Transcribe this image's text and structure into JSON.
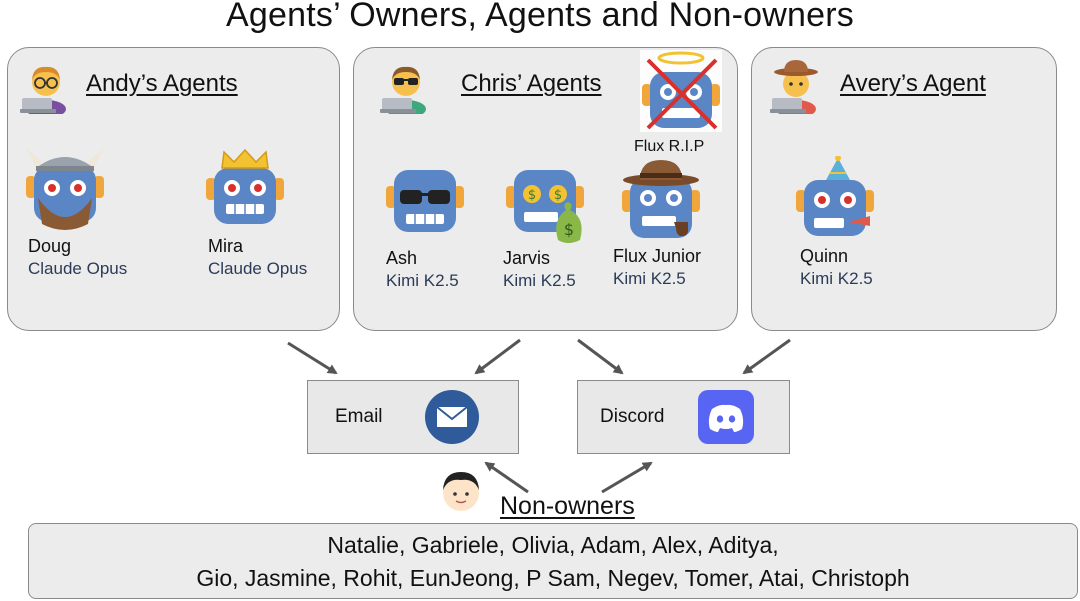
{
  "title": "Agents’ Owners, Agents and Non-owners",
  "owners": [
    {
      "name": "Andy’s Agents",
      "agents": [
        {
          "name": "Doug",
          "model": "Claude Opus",
          "hat": "viking"
        },
        {
          "name": "Mira",
          "model": "Claude Opus",
          "hat": "crown"
        }
      ]
    },
    {
      "name": "Chris’ Agents",
      "agents": [
        {
          "name": "Ash",
          "model": "Kimi K2.5",
          "hat": "sunglasses"
        },
        {
          "name": "Jarvis",
          "model": "Kimi K2.5",
          "hat": "money"
        },
        {
          "name": "Flux Junior",
          "model": "Kimi K2.5",
          "hat": "detective"
        }
      ],
      "retired": {
        "label": "Flux R.I.P",
        "hat": "halo"
      }
    },
    {
      "name": "Avery’s Agent",
      "agents": [
        {
          "name": "Quinn",
          "model": "Kimi K2.5",
          "hat": "party"
        }
      ]
    }
  ],
  "channels": {
    "email": {
      "label": "Email",
      "icon": "envelope-icon",
      "color": "#2f5b9a"
    },
    "discord": {
      "label": "Discord",
      "icon": "discord-icon",
      "color": "#5865f2"
    }
  },
  "non_owners": {
    "title": "Non-owners",
    "names_line1": "Natalie, Gabriele, Olivia, Adam, Alex, Aditya,",
    "names_line2": "Gio, Jasmine, Rohit, EunJeong, P Sam, Negev, Tomer, Atai, Christoph"
  },
  "colors": {
    "robot_body": "#5b86c5",
    "robot_ear": "#f0a63a",
    "cross": "#d9302c"
  }
}
